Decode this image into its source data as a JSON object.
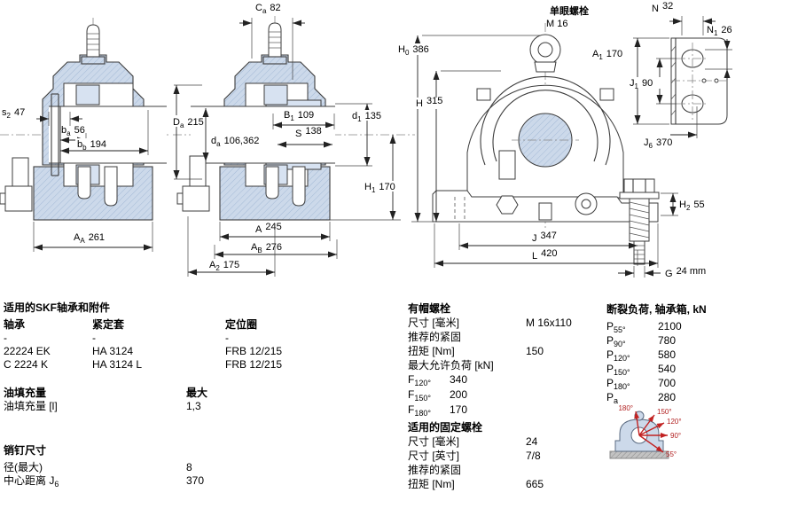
{
  "colors": {
    "drawing_fill": "#ccd9ea",
    "hatch_line": "#a4bad6",
    "line": "#3c3c3c",
    "dim": "#222222",
    "red": "#c22222"
  },
  "drawing": {
    "left_view": {
      "s2": {
        "sym": "s",
        "sub": "2",
        "val": "47"
      },
      "ba": {
        "sym": "b",
        "sub": "a",
        "val": "56"
      },
      "bb": {
        "sym": "b",
        "sub": "b",
        "val": "194"
      },
      "AA": {
        "sym": "A",
        "sub": "A",
        "val": "261"
      }
    },
    "mid_view": {
      "Ca": {
        "sym": "C",
        "sub": "a",
        "val": "82"
      },
      "Da": {
        "sym": "D",
        "sub": "a",
        "val": "215"
      },
      "da": {
        "sym": "d",
        "sub": "a",
        "val": "106,362"
      },
      "B1": {
        "sym": "B",
        "sub": "1",
        "val": "109"
      },
      "d1": {
        "sym": "d",
        "sub": "1",
        "val": "135"
      },
      "S": {
        "sym": "S",
        "sub": "",
        "val": "138"
      },
      "H1": {
        "sym": "H",
        "sub": "1",
        "val": "170"
      },
      "A": {
        "sym": "A",
        "sub": "",
        "val": "245"
      },
      "AB": {
        "sym": "A",
        "sub": "B",
        "val": "276"
      },
      "A2": {
        "sym": "A",
        "sub": "2",
        "val": "175"
      }
    },
    "front_view": {
      "eyebolt_label": "单眼螺栓",
      "eyebolt_size": "M 16",
      "H0": {
        "sym": "H",
        "sub": "0",
        "val": "386"
      },
      "H": {
        "sym": "H",
        "sub": "",
        "val": "315"
      },
      "J": {
        "sym": "J",
        "sub": "",
        "val": "347"
      },
      "L": {
        "sym": "L",
        "sub": "",
        "val": "420"
      },
      "H2": {
        "sym": "H",
        "sub": "2",
        "val": "55"
      },
      "G": {
        "sym": "G",
        "sub": "",
        "val": "24 mm"
      }
    },
    "side_view": {
      "N": {
        "sym": "N",
        "sub": "",
        "val": "32"
      },
      "N1": {
        "sym": "N",
        "sub": "1",
        "val": "26"
      },
      "A1": {
        "sym": "A",
        "sub": "1",
        "val": "170"
      },
      "J1": {
        "sym": "J",
        "sub": "1",
        "val": "90"
      },
      "J6": {
        "sym": "J",
        "sub": "6",
        "val": "370"
      }
    },
    "angle_diagram": {
      "labels": [
        "180°",
        "150°",
        "120°",
        "90°",
        "55°"
      ]
    }
  },
  "specs": {
    "bearings": {
      "title": "适用的SKF轴承和附件",
      "columns": [
        "轴承",
        "紧定套",
        "定位圈"
      ],
      "rows": [
        [
          "-",
          "-",
          "-"
        ],
        [
          "22224 EK",
          "HA 3124",
          "FRB 12/215"
        ],
        [
          "C 2224 K",
          "HA 3124 L",
          "FRB 12/215"
        ]
      ]
    },
    "oil": {
      "title": "油填充量",
      "max_label": "最大",
      "row_label": "油填充量 [l]",
      "row_value": "1,3"
    },
    "pins": {
      "title": "销钉尺寸",
      "row1_label": "径(最大)",
      "row1_value": "8",
      "row2_label": "中心距离 J",
      "row2_sub": "6",
      "row2_value": "370"
    },
    "cap_bolts": {
      "title": "有帽螺栓",
      "rows": [
        {
          "label": "尺寸 [毫米]",
          "value": "M 16x110"
        },
        {
          "label": "推荐的紧固",
          "value": ""
        },
        {
          "label": "扭矩 [Nm]",
          "value": "150"
        },
        {
          "label": "最大允许负荷 [kN]",
          "value": ""
        }
      ],
      "loads": [
        {
          "sym": "F",
          "sub": "120°",
          "val": "340"
        },
        {
          "sym": "F",
          "sub": "150°",
          "val": "200"
        },
        {
          "sym": "F",
          "sub": "180°",
          "val": "170"
        }
      ]
    },
    "fixing_bolts": {
      "title": "适用的固定螺栓",
      "rows": [
        {
          "label": "尺寸 [毫米]",
          "value": "24"
        },
        {
          "label": "尺寸 [英寸]",
          "value": "7/8"
        },
        {
          "label": "推荐的紧固",
          "value": ""
        },
        {
          "label": "扭矩 [Nm]",
          "value": "665"
        }
      ]
    },
    "breaking_loads": {
      "title": "断裂负荷, 轴承箱, kN",
      "rows": [
        {
          "sym": "P",
          "sub": "55°",
          "val": "2100"
        },
        {
          "sym": "P",
          "sub": "90°",
          "val": "780"
        },
        {
          "sym": "P",
          "sub": "120°",
          "val": "580"
        },
        {
          "sym": "P",
          "sub": "150°",
          "val": "540"
        },
        {
          "sym": "P",
          "sub": "180°",
          "val": "700"
        },
        {
          "sym": "P",
          "sub": "a",
          "val": "280"
        }
      ]
    }
  }
}
